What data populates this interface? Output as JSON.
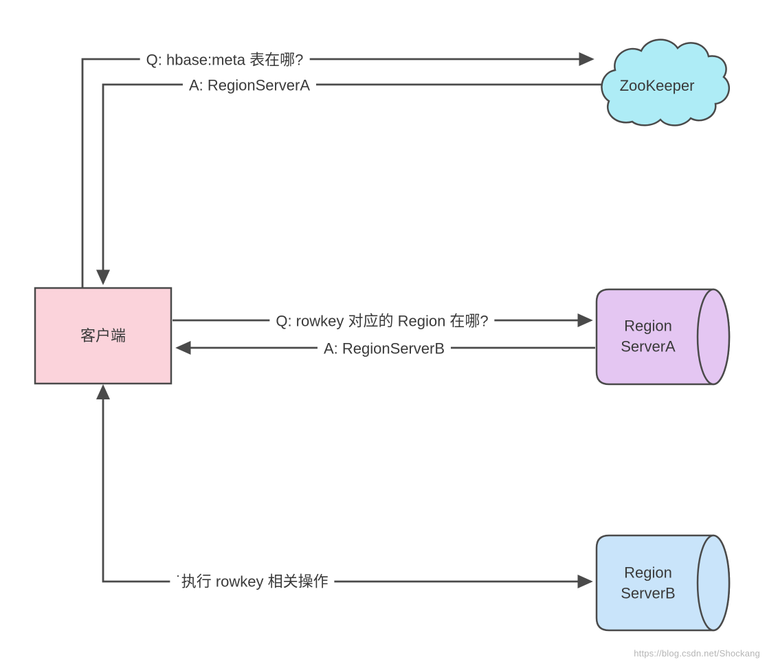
{
  "diagram": {
    "nodes": {
      "client": {
        "label": "客户端",
        "fill": "#fbd3db"
      },
      "zookeeper": {
        "label": "ZooKeeper",
        "fill": "#aeecf6"
      },
      "region_server_a": {
        "label": "Region\nServerA",
        "fill": "#e4c6f2"
      },
      "region_server_b": {
        "label": "Region\nServerB",
        "fill": "#c9e4fa"
      }
    },
    "edges": {
      "q_meta": {
        "label": "Q: hbase:meta 表在哪?"
      },
      "a_meta": {
        "label": "A: RegionServerA"
      },
      "q_region": {
        "label": "Q: rowkey 对应的 Region 在哪?"
      },
      "a_region": {
        "label": "A: RegionServerB"
      },
      "execute": {
        "label": "˙执行 rowkey 相关操作"
      }
    },
    "colors": {
      "line": "#4a4a4a",
      "text": "#3a3a3a",
      "background": "#ffffff",
      "watermark_text": "#b5b5b5"
    },
    "watermark": "https://blog.csdn.net/Shockang"
  }
}
